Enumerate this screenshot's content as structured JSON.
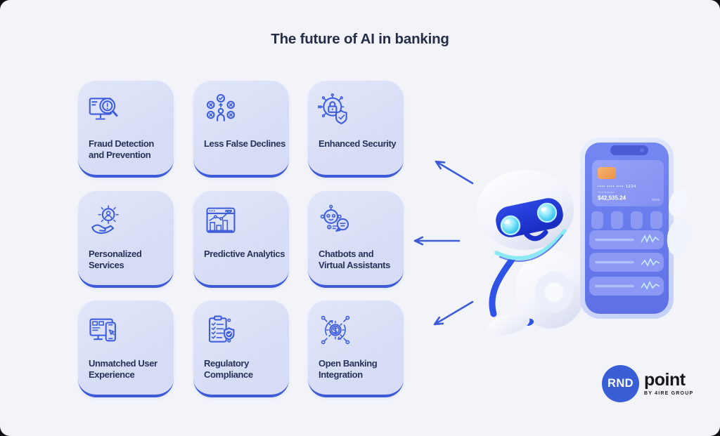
{
  "title": "The future of AI in banking",
  "cards": [
    {
      "label": "Fraud Detection and Prevention",
      "icon": "monitor-fraud-scan-icon"
    },
    {
      "label": "Less False Declines",
      "icon": "declined-users-check-icon"
    },
    {
      "label": "Enhanced Security",
      "icon": "lock-shield-circuit-icon"
    },
    {
      "label": "Personalized Services",
      "icon": "hand-gear-user-icon"
    },
    {
      "label": "Predictive Analytics",
      "icon": "browser-chart-icon"
    },
    {
      "label": "Chatbots and Virtual Assistants",
      "icon": "chatbot-speech-bubble-icon"
    },
    {
      "label": "Unmatched User Experience",
      "icon": "monitor-phone-cursor-icon"
    },
    {
      "label": "Regulatory Compliance",
      "icon": "checklist-shield-icon"
    },
    {
      "label": "Open Banking Integration",
      "icon": "gear-dollar-sync-icon"
    }
  ],
  "illustration": {
    "robot": "ai-robot-mascot",
    "phone": {
      "card_number": "•••• •••• •••• 1234",
      "balance_label": "Total Balance",
      "balance": "$42,535.24",
      "expiry": "09/25"
    }
  },
  "logo": {
    "badge": "RND",
    "name": "point",
    "tagline": "BY 4IRE GROUP"
  },
  "colors": {
    "background": "#F2F4FA",
    "card_bg": "#DADFF6",
    "card_border": "#3D5BD7",
    "icon_stroke": "#3E5EDC",
    "title_text": "#252E48",
    "card_text": "#28335B",
    "arrow": "#3D5BD7",
    "phone_screen": "#6F82EF",
    "chip_orange": "#F0A45C",
    "logo_blue": "#3A5ED6"
  }
}
